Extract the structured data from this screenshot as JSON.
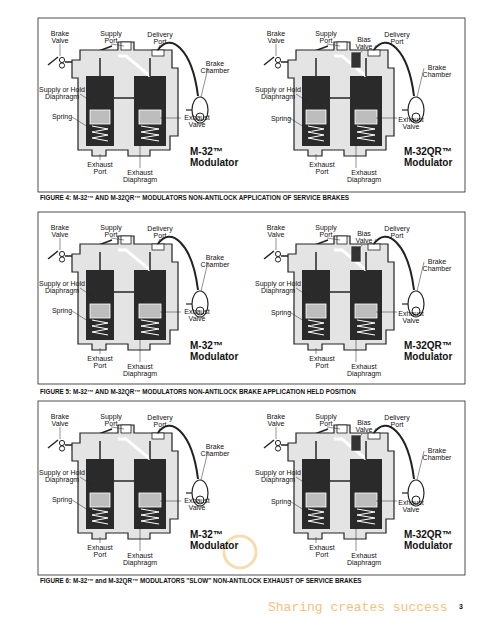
{
  "diagram": {
    "labels": [
      "Brake Valve",
      "Supply Port",
      "Delivery Port",
      "Brake Chamber",
      "Supply or Hold Diaphragm",
      "Spring",
      "Exhaust Valve",
      "Exhaust Port",
      "Exhaust Diaphragm",
      "M-32™ Modulator",
      "Brake Valve",
      "Supply Port",
      "Bias Valve",
      "Delivery Port",
      "Brake Chamber",
      "Supply or Hold Diaphragm",
      "Spring",
      "Exhaust Valve",
      "Exhaust Port",
      "Exhaust Diaphragm",
      "M-32QR™ Modulator",
      "FIGURE 4: M-32™ AND M-32QR™ MODULATORS NON-ANTILOCK APPLICATION OF SERVICE BRAKES",
      "Brake Valve",
      "Supply Port",
      "Delivery Port",
      "Brake Chamber",
      "Supply or Hold Diaphragm",
      "Spring",
      "Exhaust Valve",
      "Exhaust Port",
      "Exhaust Diaphragm",
      "M-32™ Modulator",
      "Brake Valve",
      "Supply Port",
      "Bias Valve",
      "Delivery Port",
      "Brake Chamber",
      "Supply or Hold Diaphragm",
      "Spring",
      "Exhaust Valve",
      "Exhaust Port",
      "Exhaust Diaphragm",
      "M-32QR™ Modulator",
      "FIGURE 5: M-32™ AND M-32QR™ MODULATORS NON-ANTILOCK BRAKE APPLICATION HELD POSITION",
      "Brake Valve",
      "Supply Port",
      "Delivery Port",
      "Brake Chamber",
      "Supply or Hold Diaphragm",
      "Spring",
      "Exhaust Valve",
      "Exhaust Port",
      "Exhaust Diaphragm",
      "M-32™ Modulator",
      "Brake Valve",
      "Supply Port",
      "Bias Valve",
      "Delivery Port",
      "Brake Chamber",
      "Supply or Hold Diaphragm",
      "Spring",
      "Exhaust Valve",
      "Exhaust Port",
      "Exhaust Diaphragm",
      "M-32QR™ Modulator",
      "FIGURE 6: M-32™ and M-32QR™ MODULATORS \"SLOW\" NON-ANTILOCK EXHAUST OF SERVICE BRAKES",
      "3",
      "Sharing creates success"
    ]
  }
}
